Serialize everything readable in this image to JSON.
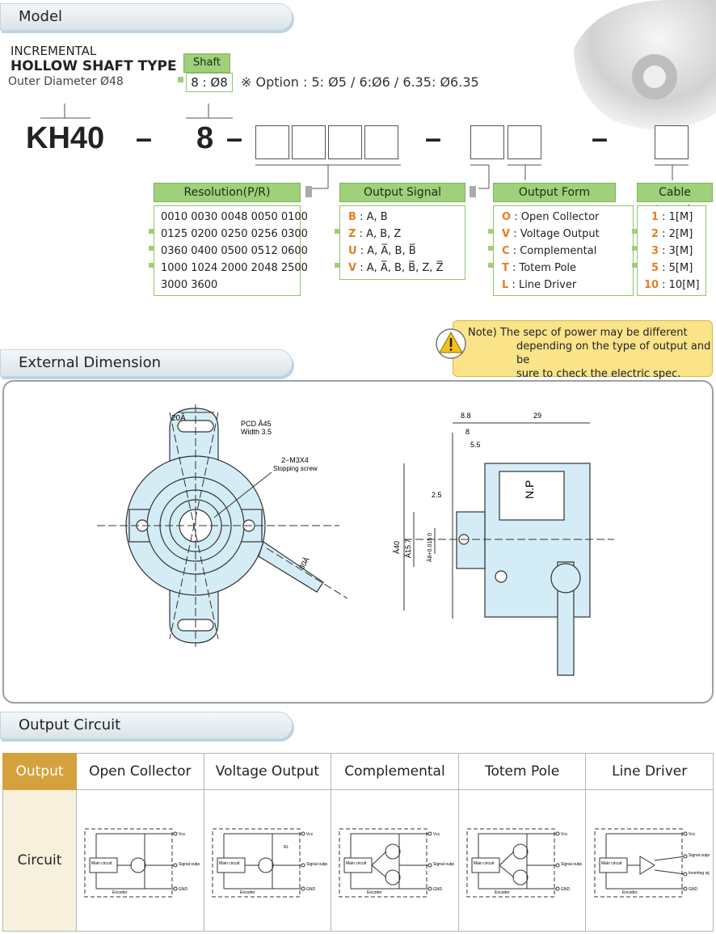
{
  "sections": {
    "model": "Model",
    "external": "External Dimension",
    "output_circuit": "Output Circuit"
  },
  "model": {
    "line1": "INCREMENTAL",
    "line2": "HOLLOW SHAFT TYPE",
    "line3": "Outer Diameter Ø48",
    "shaft_tag": "Shaft Size",
    "shaft_value": "8 : Ø8",
    "option_note": "※ Option : 5: Ø5 / 6:Ø6 / 6.35: Ø6.35",
    "code": "KH40",
    "dash": "–",
    "code_shaft": "8",
    "resolution": {
      "label": "Resolution(P/R)",
      "rows": [
        "0010 0030 0048 0050 0100",
        "0125 0200 0250 0256 0300",
        "0360 0400 0500 0512 0600",
        "1000 1024 2000 2048 2500",
        "3000 3600"
      ]
    },
    "output_signal": {
      "label": "Output Signal",
      "items": [
        {
          "code": "B",
          "desc": ": A, B"
        },
        {
          "code": "Z",
          "desc": ": A, B, Z"
        },
        {
          "code": "U",
          "desc": ": A, A̅, B, B̅"
        },
        {
          "code": "V",
          "desc": ": A, A̅, B, B̅, Z, Z̅"
        }
      ]
    },
    "output_form": {
      "label": "Output Form",
      "items": [
        {
          "code": "O",
          "desc": ": Open Collector"
        },
        {
          "code": "V",
          "desc": ": Voltage Output"
        },
        {
          "code": "C",
          "desc": ": Complemental"
        },
        {
          "code": "T",
          "desc": ": Totem Pole"
        },
        {
          "code": "L",
          "desc": ": Line Driver"
        }
      ]
    },
    "cable_length": {
      "label": "Cable Length",
      "items": [
        {
          "code": "1",
          "desc": ": 1[M]"
        },
        {
          "code": "2",
          "desc": ": 2[M]"
        },
        {
          "code": "3",
          "desc": ": 3[M]"
        },
        {
          "code": "5",
          "desc": ": 5[M]"
        },
        {
          "code": "10",
          "desc": ": 10[M]"
        }
      ]
    },
    "note": {
      "line1": "Note) The sepc of power may be different",
      "line2": "depending on the type of output and be",
      "line3": "sure to check the electric spec."
    }
  },
  "drawing": {
    "dim_20": "20Â",
    "pcd": "PCD Â45",
    "width": "Width 3.5",
    "m3": "2−M3X4",
    "stopping": "Stopping screw",
    "angle30": "30Â",
    "d88": "8.8",
    "d8": "8",
    "d55": "5.5",
    "d29": "29",
    "d25": "2.5",
    "np": "N.P",
    "a40": "Â40",
    "a157": "Â15.7",
    "a8": "Â8+0.015 0"
  },
  "output_table": {
    "header_label": "Output",
    "columns": [
      "Open Collector",
      "Voltage Output",
      "Complemental",
      "Totem Pole",
      "Line Driver"
    ],
    "row_label": "Circuit",
    "vcc": "Vcc",
    "gnd": "GND",
    "signal": "Signal output",
    "inverting": "Inverting signal output",
    "main": "Main circuit",
    "encoder": "Encoder",
    "rl": "RL"
  }
}
